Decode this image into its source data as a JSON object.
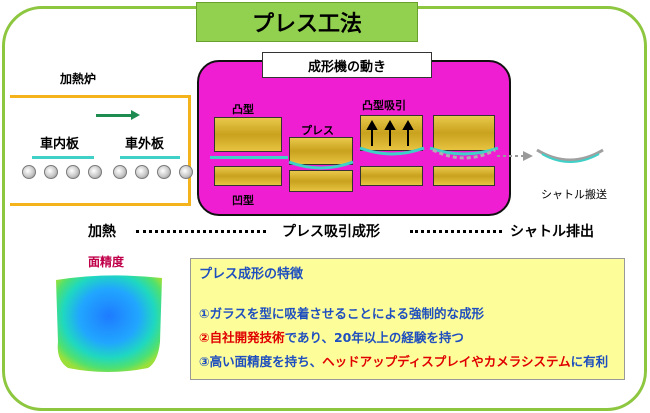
{
  "title": "プレス工法",
  "furnace": {
    "label": "加熱炉",
    "inner_panel": "車内板",
    "outer_panel": "車外板"
  },
  "press": {
    "header": "成形機の動き",
    "upper_die_label": "凸型",
    "lower_die_label": "凹型",
    "press_label": "プレス",
    "suction_label": "凸型吸引"
  },
  "shuttle_label": "シャトル搬送",
  "process": {
    "step1": "加熱",
    "step2": "プレス吸引成形",
    "step3": "シャトル排出"
  },
  "precision_label": "面精度",
  "features": {
    "title": "プレス成形の特徴",
    "item1": "①ガラスを型に吸着させることによる強制的な成形",
    "item2_red": "②自社開発技術",
    "item2_rest": "であり、20年以上の経験を持つ",
    "item3_a": "③高い面精度を持ち、",
    "item3_red": "ヘッドアップディスプレイやカメラシステム",
    "item3_b": "に有利"
  },
  "colors": {
    "frame": "#8dc63f",
    "title_bg": "#92d050",
    "press_bg": "#f01ed2",
    "furnace": "#f5b31b",
    "glass": "#3fd0c8",
    "feature_bg": "#fdfd99",
    "feature_text": "#1f4fbf",
    "highlight": "#e00000"
  }
}
